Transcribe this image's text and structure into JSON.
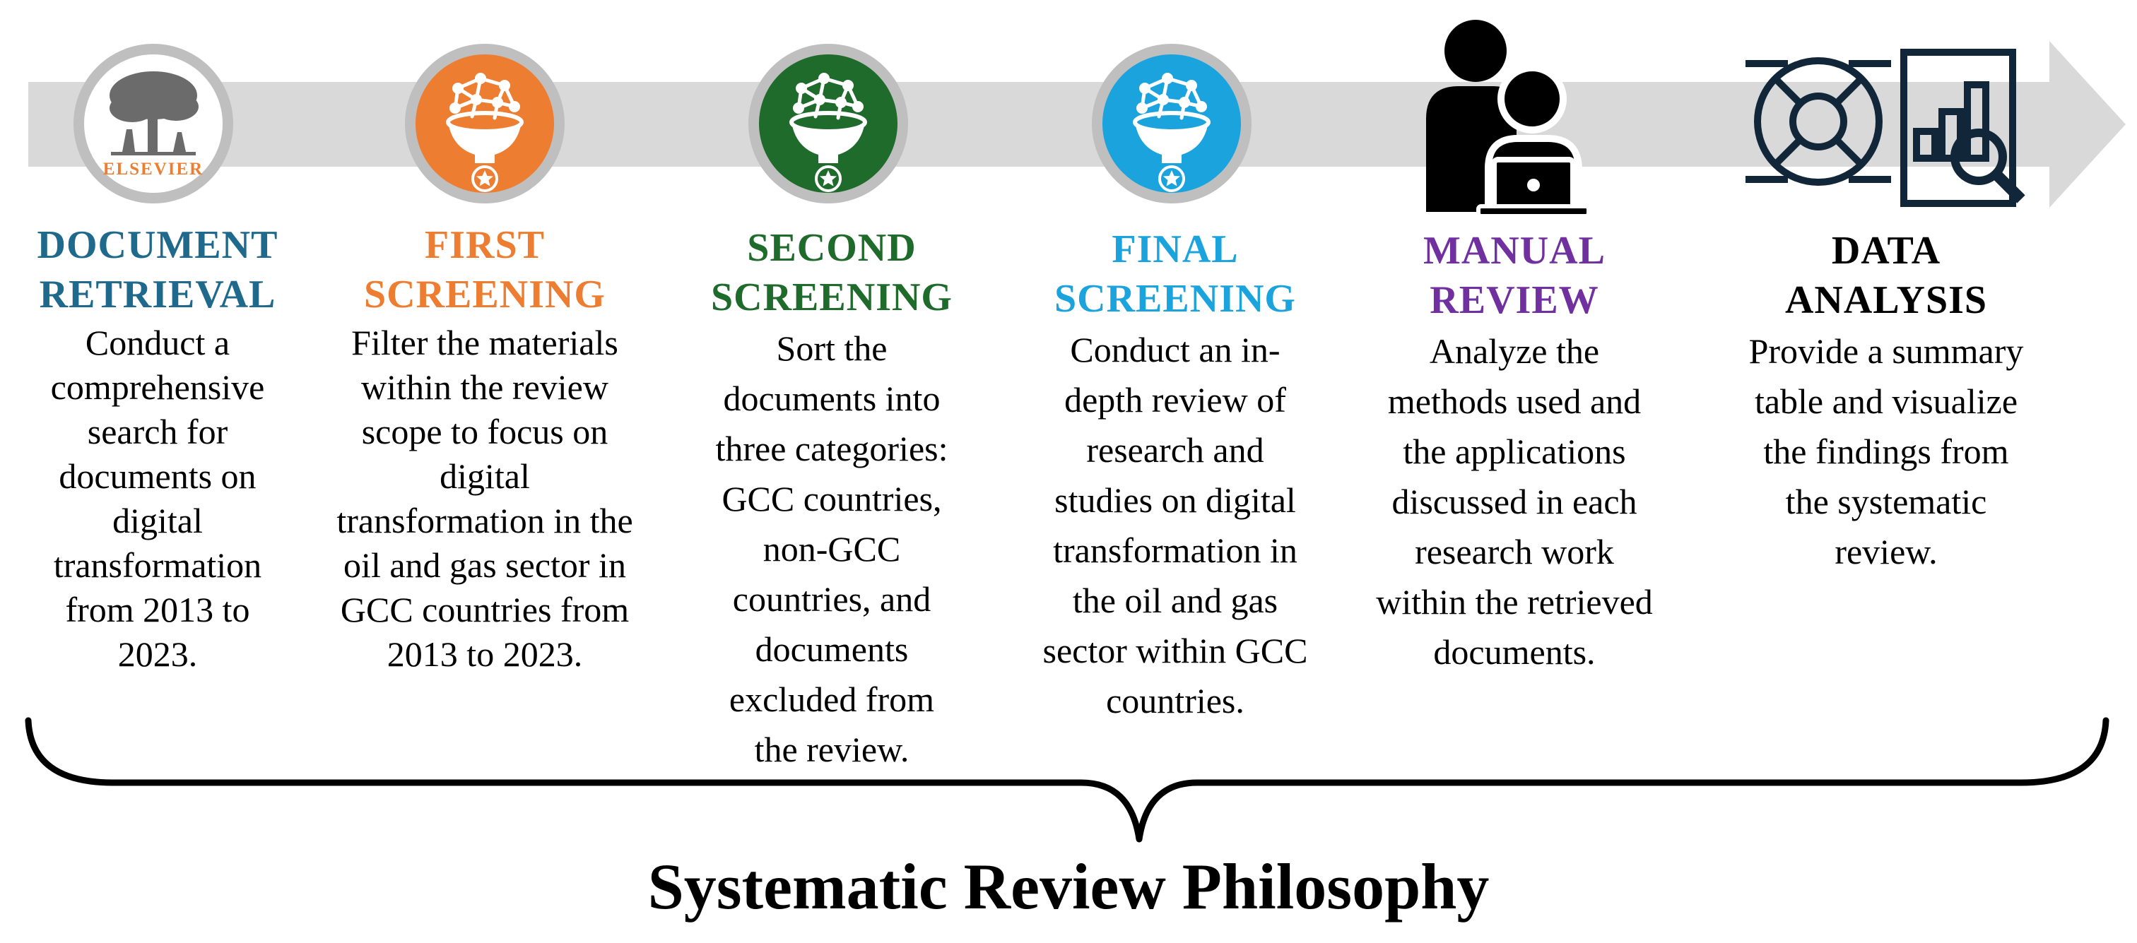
{
  "colors": {
    "arrow": "#d9d9d9",
    "ring": "#bfbfbf",
    "document_retrieval": "#1f6a8c",
    "first_screening": "#ed7d31",
    "second_screening": "#1f6b2b",
    "final_screening": "#1aa3dd",
    "manual_review": "#7030a0",
    "data_analysis": "#000000",
    "icon_dark": "#12263a"
  },
  "icons": {
    "document_retrieval": "elsevier-logo",
    "first_screening": "network-funnel-icon",
    "second_screening": "network-funnel-icon",
    "final_screening": "network-funnel-icon",
    "manual_review": "people-laptop-icon",
    "data_analysis": "analytics-report-icon"
  },
  "elsevier_label": "ELSEVIER",
  "stages": [
    {
      "title": [
        "DOCUMENT",
        "RETRIEVAL"
      ],
      "description": [
        "Conduct a",
        "comprehensive",
        "search for",
        "documents on",
        "digital",
        "transformation",
        "from 2013 to",
        "2023."
      ]
    },
    {
      "title": [
        "FIRST",
        "SCREENING"
      ],
      "description": [
        "Filter the materials",
        "within the review",
        "scope to focus on",
        "digital",
        "transformation in the",
        "oil and gas sector in",
        "GCC countries from",
        "2013 to 2023."
      ]
    },
    {
      "title": [
        "SECOND",
        "SCREENING"
      ],
      "description": [
        "Sort the",
        "documents into",
        "three categories:",
        "GCC countries,",
        "non-GCC",
        "countries, and",
        "documents",
        "excluded from",
        "the review."
      ]
    },
    {
      "title": [
        "FINAL",
        "SCREENING"
      ],
      "description": [
        "Conduct an in-",
        "depth review of",
        "research and",
        "studies on digital",
        "transformation in",
        "the oil and gas",
        "sector within GCC",
        "countries."
      ]
    },
    {
      "title": [
        "MANUAL",
        "REVIEW"
      ],
      "description": [
        "Analyze the",
        "methods used and",
        "the applications",
        "discussed in each",
        "research work",
        "within the retrieved",
        "documents."
      ]
    },
    {
      "title": [
        "DATA",
        "ANALYSIS"
      ],
      "description": [
        "Provide a summary",
        "table and visualize",
        "the findings from",
        "the systematic",
        "review."
      ]
    }
  ],
  "footer_title": "Systematic Review Philosophy"
}
